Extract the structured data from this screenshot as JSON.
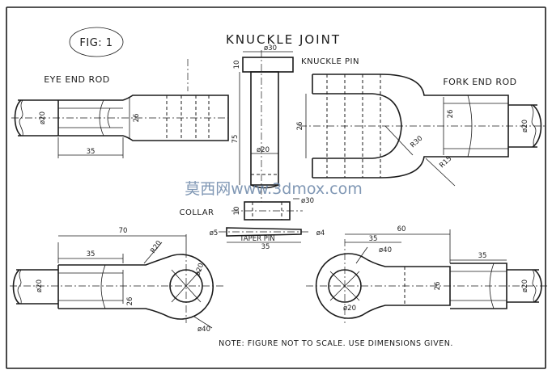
{
  "labels": {
    "figure": "FIG: 1",
    "title": "KNUCKLE JOINT",
    "eye_end_rod": "EYE END ROD",
    "fork_end_rod": "FORK END ROD",
    "knuckle_pin": "KNUCKLE PIN",
    "collar": "COLLAR",
    "taper_pin": "TAPER PIN",
    "note": "NOTE: FIGURE NOT TO SCALE. USE DIMENSIONS GIVEN.",
    "watermark": "莫西网www.3dmox.com"
  },
  "dims": {
    "phi30_pin": "ø30",
    "ten_head": "10",
    "seventy_five": "75",
    "phi20_pin": "ø20",
    "twenty_six_mid": "26",
    "ten_collar": "10",
    "phi30_collar": "ø30",
    "phi5": "ø5",
    "phi4": "ø4",
    "thirty_five_taper": "35",
    "eye_top_phi20": "ø20",
    "eye_top_26": "26",
    "eye_top_35": "35",
    "fork_top_26": "26",
    "fork_top_phi20": "ø20",
    "fork_top_r30": "R30",
    "fork_top_r15": "R15",
    "eye_bot_70": "70",
    "eye_bot_35": "35",
    "eye_bot_r20": "R20",
    "eye_bot_phi20_hole": "ø20",
    "eye_bot_phi40": "ø40",
    "eye_bot_phi20_rod": "ø20",
    "eye_bot_26": "26",
    "fork_bot_60": "60",
    "fork_bot_35a": "35",
    "fork_bot_phi40": "ø40",
    "fork_bot_35b": "35",
    "fork_bot_26": "26",
    "fork_bot_phi20_hole": "ø20",
    "fork_bot_phi20_rod": "ø20"
  }
}
